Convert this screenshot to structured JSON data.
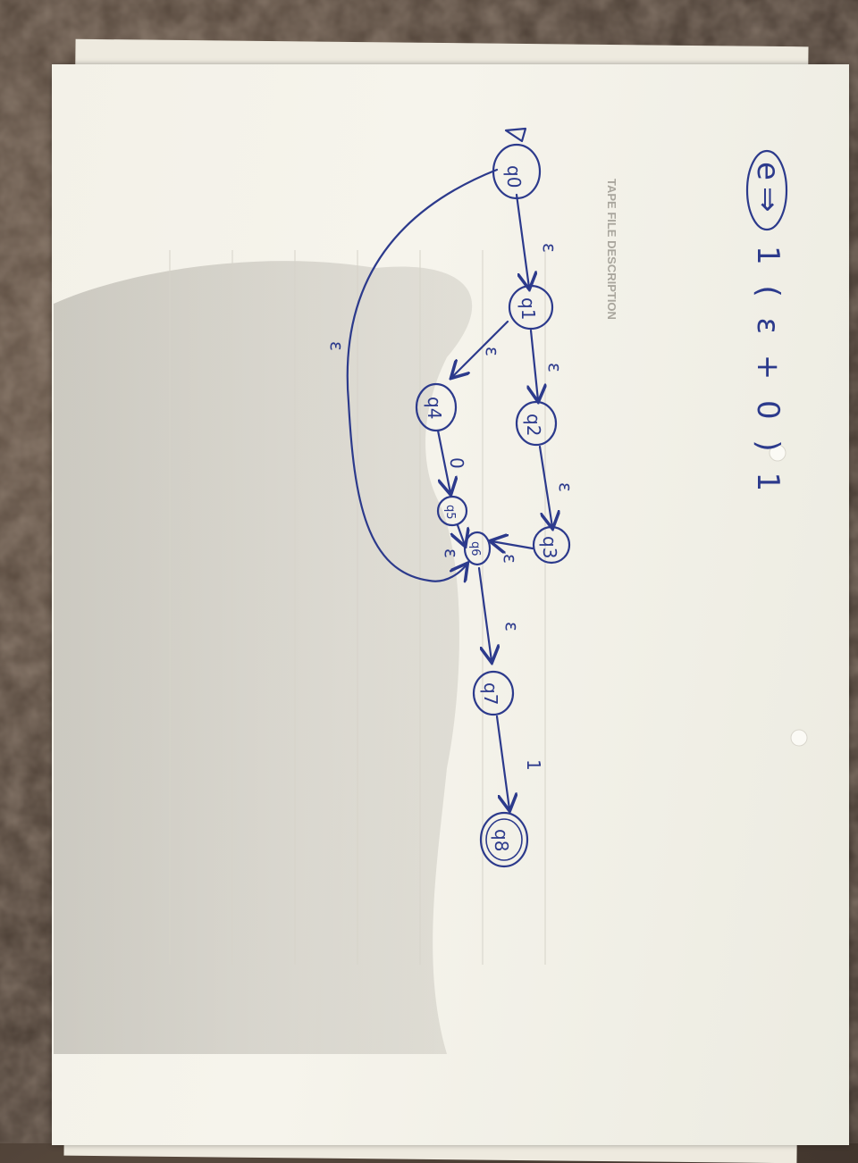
{
  "regex_expression": {
    "label": "e",
    "arrow": "⇒",
    "text": "1 ( ε + 0 ) 1"
  },
  "states": [
    {
      "id": "q0",
      "label": "q0",
      "start": true,
      "accept": false
    },
    {
      "id": "q1",
      "label": "q1",
      "start": false,
      "accept": false
    },
    {
      "id": "q2",
      "label": "q2",
      "start": false,
      "accept": false
    },
    {
      "id": "q3",
      "label": "q3",
      "start": false,
      "accept": false
    },
    {
      "id": "q4",
      "label": "q4",
      "start": false,
      "accept": false
    },
    {
      "id": "q5",
      "label": "q5",
      "start": false,
      "accept": false
    },
    {
      "id": "q6",
      "label": "q6",
      "start": false,
      "accept": false
    },
    {
      "id": "q7",
      "label": "q7",
      "start": false,
      "accept": false
    },
    {
      "id": "q8",
      "label": "q8",
      "start": false,
      "accept": true
    }
  ],
  "transitions": [
    {
      "from": "q0",
      "to": "q1",
      "symbol": "ε"
    },
    {
      "from": "q1",
      "to": "q2",
      "symbol": "ε"
    },
    {
      "from": "q2",
      "to": "q3",
      "symbol": "ε"
    },
    {
      "from": "q1",
      "to": "q4",
      "symbol": "ε"
    },
    {
      "from": "q4",
      "to": "q5",
      "symbol": "0"
    },
    {
      "from": "q3",
      "to": "q6",
      "symbol": "ε"
    },
    {
      "from": "q5",
      "to": "q6",
      "symbol": "ε"
    },
    {
      "from": "q0",
      "to": "q6",
      "symbol": "ε"
    },
    {
      "from": "q6",
      "to": "q7",
      "symbol": "ε"
    },
    {
      "from": "q7",
      "to": "q8",
      "symbol": "1"
    }
  ]
}
